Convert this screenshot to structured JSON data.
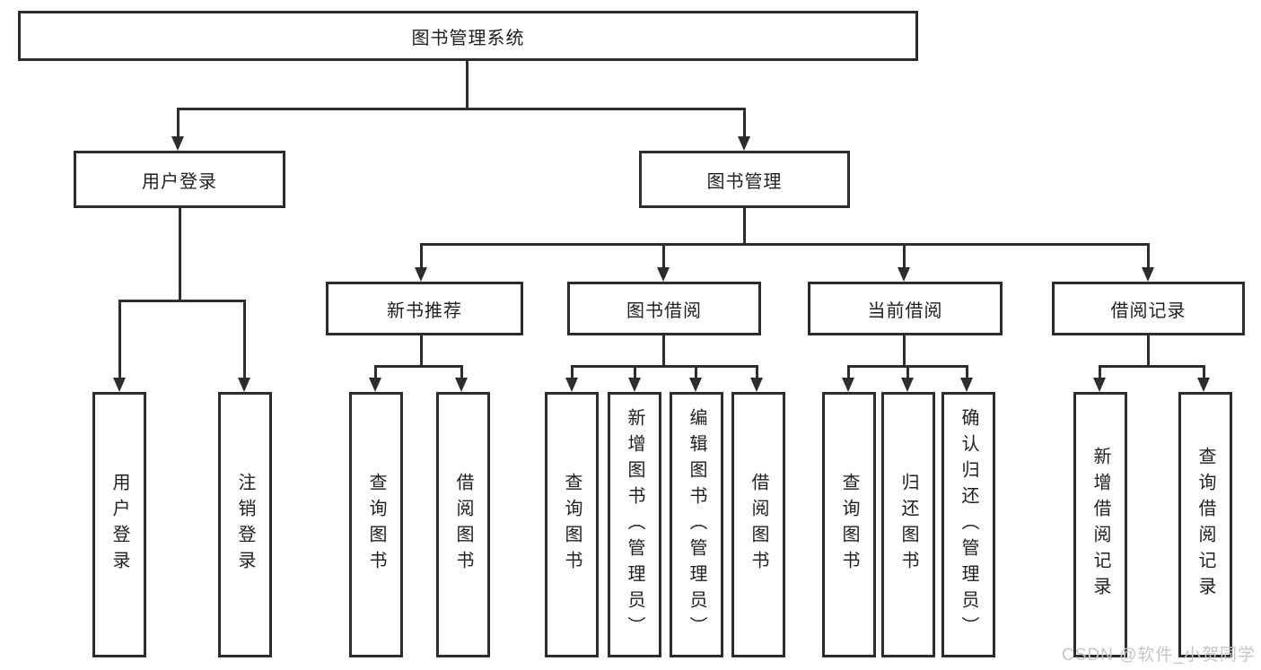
{
  "watermark": "CSDN @软件_小贺同学",
  "colors": {
    "line": "#2d2d2d",
    "text": "#1f1f1f",
    "watermark": "#c6c6c6",
    "background": "#ffffff"
  },
  "chart_type": "tree-diagram",
  "tree": {
    "root": "图书管理系统",
    "children": [
      {
        "label": "用户登录",
        "children": [
          "用户登录",
          "注销登录"
        ]
      },
      {
        "label": "图书管理",
        "children": [
          {
            "label": "新书推荐",
            "children": [
              "查询图书",
              "借阅图书"
            ]
          },
          {
            "label": "图书借阅",
            "children": [
              "查询图书",
              "新增图书（管理员）",
              "编辑图书（管理员）",
              "借阅图书"
            ]
          },
          {
            "label": "当前借阅",
            "children": [
              "查询图书",
              "归还图书",
              "确认归还（管理员）"
            ]
          },
          {
            "label": "借阅记录",
            "children": [
              "新增借阅记录",
              "查询借阅记录"
            ]
          }
        ]
      }
    ]
  }
}
